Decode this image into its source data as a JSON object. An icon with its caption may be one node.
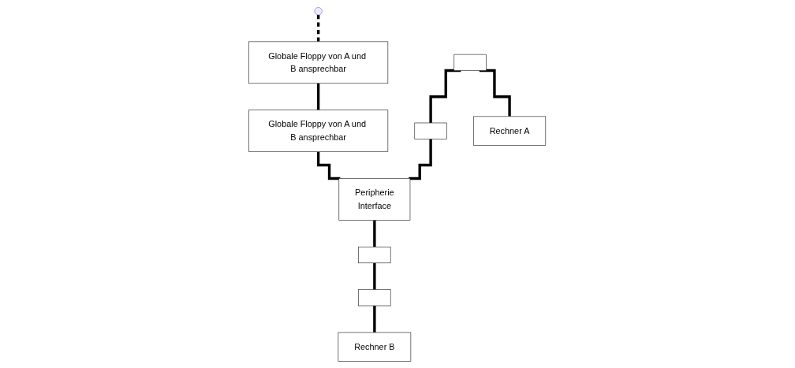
{
  "diagram": {
    "nodes": [
      {
        "text": [
          "Globale Floppy von A und B ansprechbar"
        ]
      },
      {
        "text": [
          "Globale Floppy von A und B ansprechbar"
        ]
      },
      {
        "text": [],
        "shape": "box"
      },
      {
        "text": [],
        "shape": "box"
      },
      {
        "text": [],
        "shape": "box"
      },
      {
        "text": [],
        "shape": "box"
      },
      {
        "text": [
          "Peripherie",
          "Interface"
        ]
      },
      {
        "text": [
          "Rechner A"
        ]
      },
      {
        "text": [
          "Rechner B"
        ]
      }
    ],
    "edges": [
      {
        "from": null,
        "to": 0,
        "arrow": "none",
        "style": "dashed"
      },
      {
        "from": 0,
        "to": 1,
        "arrow": "none"
      },
      {
        "from": 1,
        "to": 6,
        "arrow": "none"
      },
      {
        "from": 2,
        "to": 7,
        "arrow": "none"
      },
      {
        "from": 2,
        "to": 3,
        "arrow": "none"
      },
      {
        "from": 3,
        "to": 6,
        "arrow": "none"
      },
      {
        "from": 6,
        "to": 4,
        "arrow": "none"
      },
      {
        "from": 4,
        "to": 5,
        "arrow": "none"
      },
      {
        "from": 5,
        "to": 8,
        "arrow": "none"
      }
    ]
  }
}
